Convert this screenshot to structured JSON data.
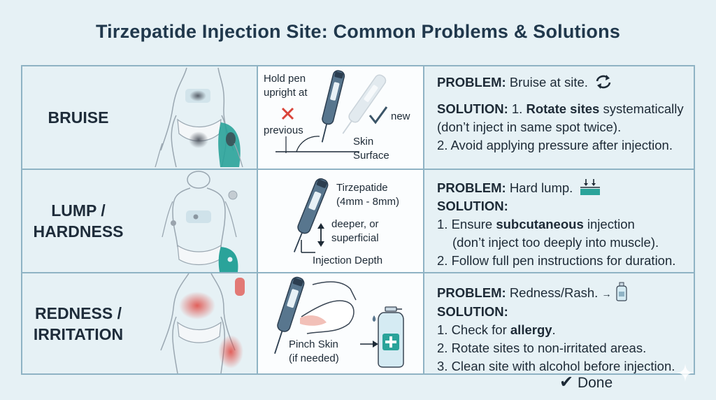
{
  "title": "Tirzepatide Injection Site: Common Problems & Solutions",
  "rows": [
    {
      "label": "BRUISE",
      "illustration": {
        "hold_pen_line1": "Hold pen",
        "hold_pen_line2": "upright at",
        "previous": "previous",
        "new": "new",
        "skin_line1": "Skin",
        "skin_line2": "Surface"
      },
      "problem_label": "PROBLEM:",
      "problem_text": "Bruise at site.",
      "solution_label": "SOLUTION:",
      "line1_pre": "1.",
      "line1_bold": "Rotate sites",
      "line1_post": "systematically",
      "line2": "(don’t inject in same spot twice).",
      "line3": "2. Avoid applying pressure after injection."
    },
    {
      "label_line1": "LUMP /",
      "label_line2": "HARDNESS",
      "illustration": {
        "drug_line1": "Tirzepatide",
        "drug_line2": "(4mm - 8mm)",
        "depth_line1": "deeper, or",
        "depth_line2": "superficial",
        "depth_caption": "Injection Depth"
      },
      "problem_label": "PROBLEM:",
      "problem_text": "Hard lump.",
      "solution_label": "SOLUTION:",
      "line1_pre": "1. Ensure",
      "line1_bold": "subcutaneous",
      "line1_post": "injection",
      "line2": "(don’t inject too deeply into muscle).",
      "line3": "2. Follow full pen instructions for duration."
    },
    {
      "label_line1": "REDNESS /",
      "label_line2": "IRRITATION",
      "illustration": {
        "pinch_line1": "Pinch Skin",
        "pinch_line2": "(if needed)"
      },
      "problem_label": "PROBLEM:",
      "problem_text": "Redness/Rash.",
      "solution_label": "SOLUTION:",
      "line1_pre": "1. Check for",
      "line1_bold": "allergy",
      "line1_post": ".",
      "line2": "2. Rotate sites to non-irritated areas.",
      "line3": "3. Clean site with alcohol before injection."
    }
  ],
  "done_label": "Done",
  "colors": {
    "background": "#e6f1f5",
    "grid_line": "#8fb3c4",
    "teal": "#2aa39a",
    "bruise": "#555b66",
    "redness": "#e0504a",
    "error_red": "#d9443a"
  },
  "icons": [
    "refresh-icon",
    "pressure-icon",
    "bottle-icon",
    "x-icon",
    "check-icon",
    "sparkle-icon"
  ]
}
